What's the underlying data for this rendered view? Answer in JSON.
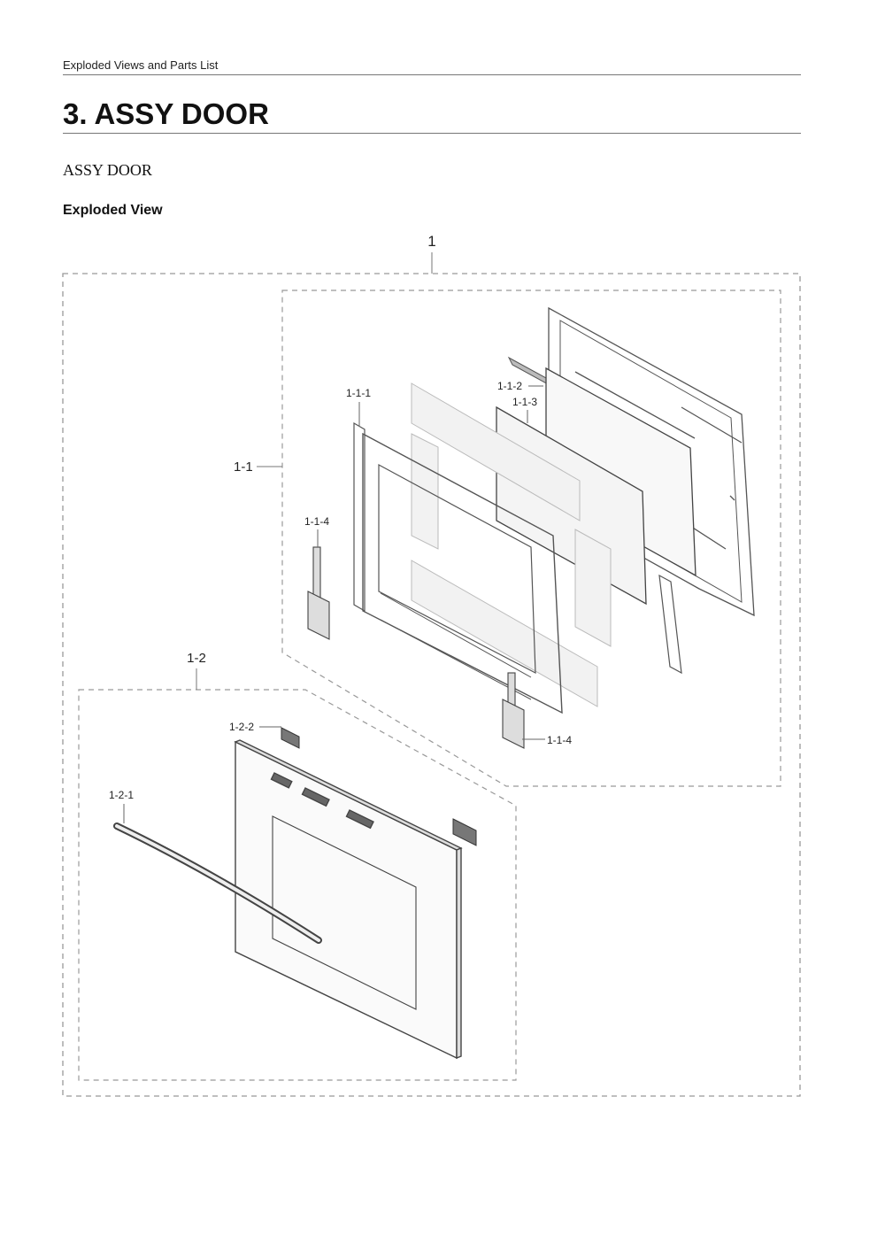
{
  "header": {
    "running_title": "Exploded Views and Parts List"
  },
  "section": {
    "title": "3.  ASSY DOOR",
    "subtitle": "ASSY DOOR",
    "view_heading": "Exploded View"
  },
  "diagram": {
    "callouts": {
      "c1": "1",
      "c1_1": "1-1",
      "c1_1_1": "1-1-1",
      "c1_1_2": "1-1-2",
      "c1_1_3": "1-1-3",
      "c1_1_4a": "1-1-4",
      "c1_1_4b": "1-1-4",
      "c1_2": "1-2",
      "c1_2_1": "1-2-1",
      "c1_2_2": "1-2-2"
    }
  }
}
